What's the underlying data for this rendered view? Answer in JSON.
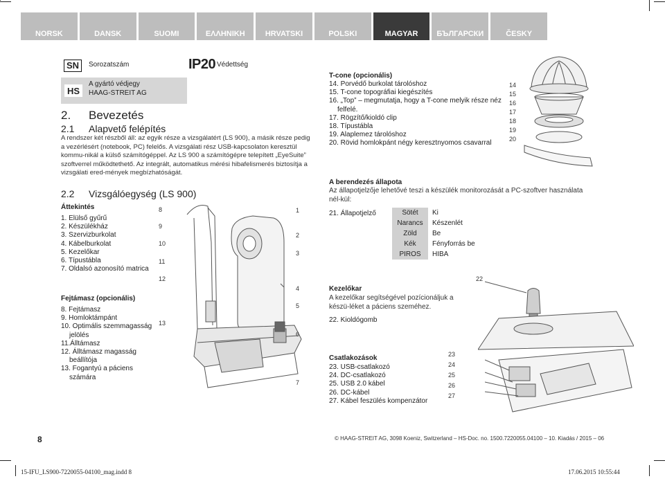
{
  "languages": [
    "NORSK",
    "DANSK",
    "SUOMI",
    "ΕΛΛΗΝΙΚΗ",
    "HRVATSKI",
    "POLSKI",
    "MAGYAR",
    "БЪЛГАРСКИ",
    "ČESKY"
  ],
  "active_language": "MAGYAR",
  "symbols": {
    "sn_code": "SN",
    "sn_label": "Sorozatszám",
    "ip_code": "IP20",
    "ip_label": "Védettség",
    "mfr_line1": "A gyártó védjegy",
    "mfr_line2": "HAAG-STREIT AG"
  },
  "intro": {
    "chapter_num": "2.",
    "chapter_title": "Bevezetés",
    "section_num": "2.1",
    "section_title": "Alapvető felépítés",
    "para1": "A rendszer két részből áll: az egyik része a vizsgálatért (LS 900), a másik része pedig a vezérlésért (notebook, PC) felelős. A vizsgálati rész USB-kapcsolaton keresztül kommu-nikál a külső számítógéppel. Az LS 900 a számítógépre telepített „EyeSuite” szoftverrel működtethető. Az integrált, automatikus mérési hibafelismerés biztosítja a vizsgálati ered-mények megbízhatóságát.",
    "sub_num": "2.2",
    "sub_title": "Vizsgálóegység (LS 900)"
  },
  "overview": {
    "title": "Áttekintés",
    "items": [
      "1. Elülső gyűrű",
      "2. Készülékház",
      "3. Szervizburkolat",
      "4. Kábelburkolat",
      "5. Kezelőkar",
      "6. Típustábla",
      "7. Oldalsó azonosító matrica"
    ]
  },
  "chinrest": {
    "title": "Fejtámasz (opcionális)",
    "items": [
      "8. Fejtámasz",
      "9. Homloktámpánt",
      "10. Optimális szemmagasság",
      "jelölés",
      "11.Álltámasz",
      "12. Álltámasz magasság",
      "beállítója",
      "13. Fogantyú a páciens",
      "számára"
    ]
  },
  "device_callouts_left": [
    "8",
    "9",
    "10",
    "11",
    "12",
    "13"
  ],
  "device_callouts_right": [
    "1",
    "2",
    "3",
    "4",
    "5",
    "6",
    "7"
  ],
  "tcone": {
    "title": "T-cone (opcionális)",
    "items": [
      "14. Porvédő burkolat tárolóshoz",
      "15. T-cone topográfiai kiegészítés",
      "16. „Top” – megmutatja, hogy a T-cone melyik része néz",
      "felfelé.",
      "17. Rögzítő/kioldó clip",
      "18. Típustábla",
      "19. Alaplemez tárolóshoz",
      "20. Rövid homlokpánt négy keresztnyomos csavarral"
    ],
    "callouts": [
      "14",
      "15",
      "16",
      "17",
      "18",
      "19",
      "20"
    ]
  },
  "status": {
    "title": "A berendezés állapota",
    "para": "Az állapotjelzője lehetővé teszi a készülék monitorozását a PC-szoftver használata nél-kül:",
    "item_label": "21. Állapotjelző",
    "rows": [
      {
        "color": "Sötét",
        "meaning": "Ki"
      },
      {
        "color": "Narancs",
        "meaning": "Készenlét"
      },
      {
        "color": "Zöld",
        "meaning": "Be"
      },
      {
        "color": "Kék",
        "meaning": "Fényforrás be"
      },
      {
        "color": "PIROS",
        "meaning": "HIBA"
      }
    ]
  },
  "joystick": {
    "title": "Kezelőkar",
    "para": "A kezelőkar segítségével pozícionáljuk a készü-léket a páciens szeméhez.",
    "item": "22. Kioldógomb",
    "callout": "22"
  },
  "connectors": {
    "title": "Csatlakozások",
    "items": [
      "23. USB-csatlakozó",
      "24. DC-csatlakozó",
      "25. USB 2.0 kábel",
      "26. DC-kábel",
      "27. Kábel feszülés kompenzátor"
    ],
    "callouts": [
      "23",
      "24",
      "25",
      "26",
      "27"
    ]
  },
  "footer": {
    "page_number": "8",
    "copyright": "© HAAG-STREIT AG, 3098 Koeniz, Switzerland – HS-Doc. no. 1500.7220055.04100 – 10. Kiadás / 2015 – 06",
    "file": "15-IFU_LS900-7220055-04100_mag.indd   8",
    "date": "17.06.2015   10:55:44"
  },
  "colors": {
    "active_tab": "#3a3a3a",
    "inactive_tab": "#bdbdbd",
    "gray_band": "#d6d6d6"
  }
}
